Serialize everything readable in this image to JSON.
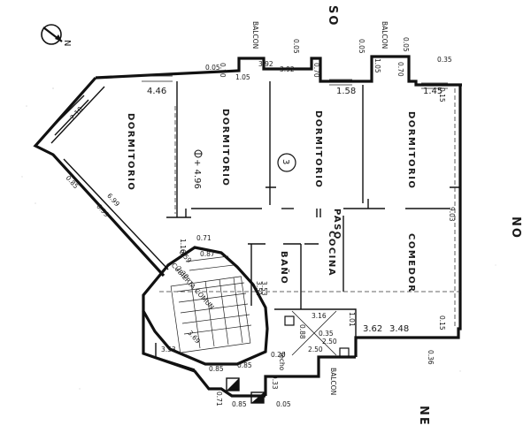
{
  "orientation": {
    "north_arrow_letter": "N",
    "south_west": "SO",
    "north_west": "NO",
    "north_east": "NE"
  },
  "rooms": {
    "dormitorio_1": "DORMITORIO",
    "dormitorio_2": "DORMITORIO",
    "dormitorio_3": "DORMITORIO",
    "dormitorio_4": "DORMITORIO",
    "comedor": "COMEDOR",
    "cocina": "COCINA",
    "bano": "BAÑO",
    "paso": "PASO",
    "cubierta_comun": "CUBIERTA COMUN",
    "balcon_1": "BALCON",
    "balcon_2": "BALCON",
    "balcon_3": "BALCON",
    "techo": "Techo"
  },
  "level_mark": "+ 4.96",
  "unit_number": "3",
  "dimensions": {
    "d_005_top_a": "0.05",
    "d_070_a": "0.70",
    "d_105_a": "1.05",
    "d_392_a": "3.92",
    "d_392_b": "3.92",
    "d_005_top_b": "0.05",
    "d_070_b": "0.70",
    "d_105_b": "1.05",
    "d_005_top_c": "0.05",
    "d_070_c": "0.70",
    "d_005_top_d": "0.05",
    "d_035": "0.35",
    "d_446": "4.46",
    "d_158": "1.58",
    "d_145": "1.45",
    "d_015_a": "0.15",
    "d_903": "9.03",
    "d_015_b": "0.15",
    "d_362": "3.62",
    "d_348": "3.48",
    "d_036": "0.36",
    "d_316": "3.16",
    "d_101": "1.01",
    "d_088": "0.88",
    "d_369": "3.69",
    "d_353": "3.53",
    "d_071_a": "0.71",
    "d_087": "0.87",
    "d_085_a": "0.85",
    "d_085_b": "0.85",
    "d_085_c": "0.85",
    "d_071_b": "0.71",
    "d_005_bot": "0.05",
    "d_250_a": "2.50",
    "d_250_b": "2.50",
    "d_035_b": "0.35",
    "d_699": "6.99",
    "d_699_b": "6.99",
    "d_210": "2.10",
    "d_085_d": "0.85",
    "d_230": "2.30",
    "d_059": "0.59",
    "d_116": "1.16",
    "d_351": "3.51",
    "d_353_b": "3.53",
    "d_020": "0.20",
    "d_033": "0.33"
  }
}
